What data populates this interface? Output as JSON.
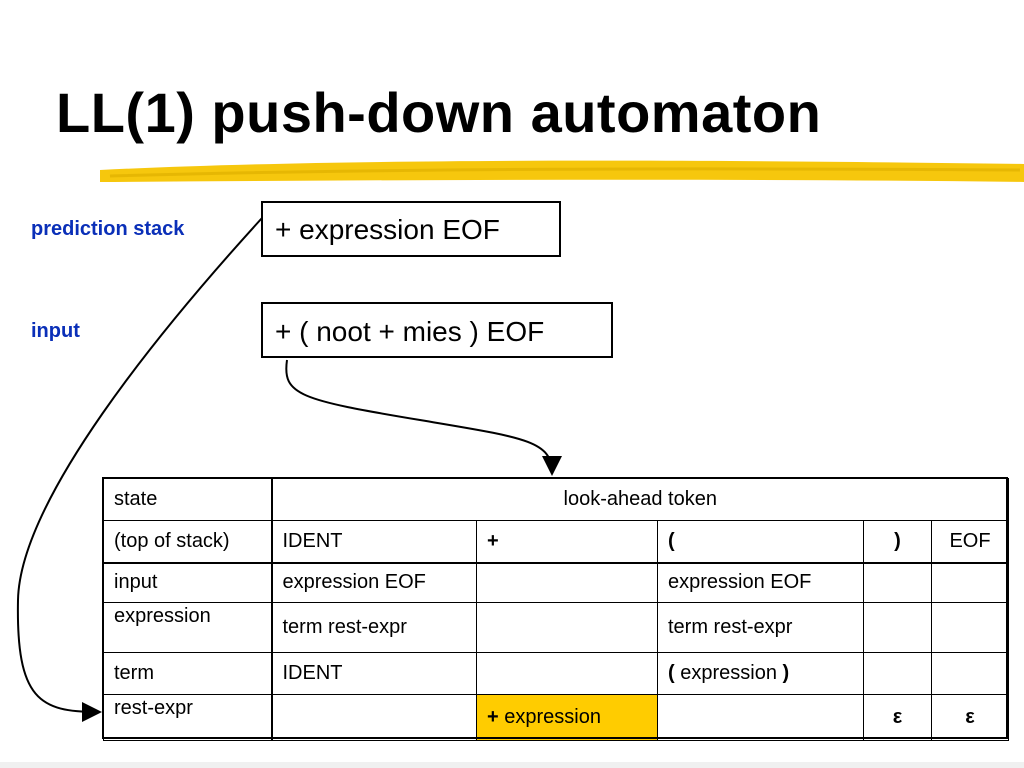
{
  "slide": {
    "title": "LL(1) push-down automaton",
    "accent_color": "#f5c400",
    "label_color": "#0a2fb8"
  },
  "labels": {
    "prediction_stack": "prediction stack",
    "input": "input"
  },
  "boxes": {
    "prediction_stack": "+ expression EOF",
    "input": "+ ( noot + mies ) EOF"
  },
  "table": {
    "state_header_line1": "state",
    "state_header_line2": "(top of stack)",
    "lookahead_header": "look-ahead token",
    "columns": [
      "IDENT",
      "+",
      "(",
      ")",
      "EOF"
    ],
    "rows": [
      {
        "state": "input",
        "cells": [
          "expression EOF",
          "",
          "expression EOF",
          "",
          ""
        ]
      },
      {
        "state": "expression",
        "cells": [
          "term rest-expr",
          "",
          "term rest-expr",
          "",
          ""
        ]
      },
      {
        "state": "term",
        "cells": [
          "IDENT",
          "",
          "",
          "",
          ""
        ],
        "paren_cell": {
          "open": "(",
          "middle": "expression",
          "close": ")"
        }
      },
      {
        "state": "rest-expr",
        "cells": [
          "",
          "",
          "",
          "ε",
          "ε"
        ],
        "plus_cell": {
          "symbol": "+",
          "text": "expression"
        }
      }
    ]
  }
}
